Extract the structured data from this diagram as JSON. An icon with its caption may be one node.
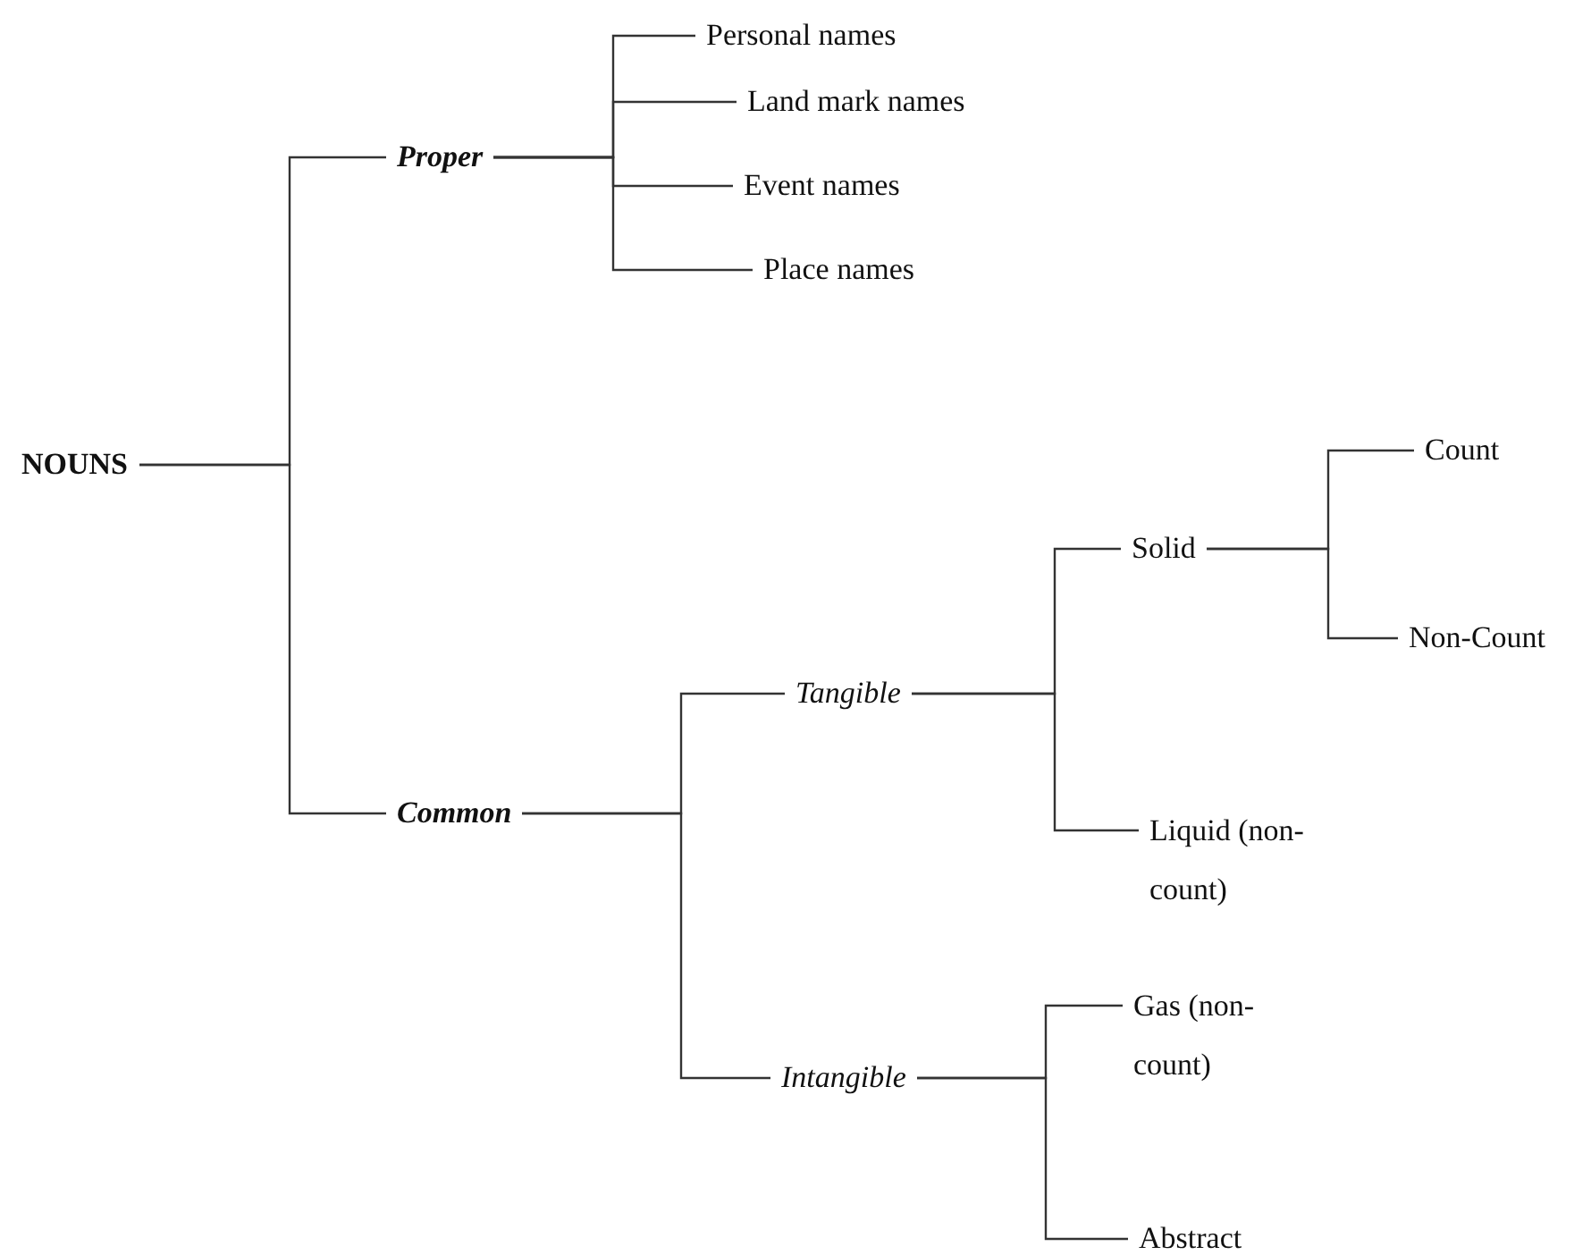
{
  "diagram": {
    "nodes": [
      {
        "text": [
          "NOUNS"
        ]
      },
      {
        "text": [
          "Proper"
        ]
      },
      {
        "text": [
          "Personal names"
        ]
      },
      {
        "text": [
          "Land mark names"
        ]
      },
      {
        "text": [
          "Event names"
        ]
      },
      {
        "text": [
          "Place names"
        ]
      },
      {
        "text": [
          "Common"
        ]
      },
      {
        "text": [
          "Tangible"
        ]
      },
      {
        "text": [
          "Solid"
        ]
      },
      {
        "text": [
          "Count"
        ]
      },
      {
        "text": [
          "Non-Count"
        ]
      },
      {
        "text": [
          "Liquid (non-count)"
        ]
      },
      {
        "text": [
          "Intangible"
        ]
      },
      {
        "text": [
          "Gas (non-count)"
        ]
      },
      {
        "text": [
          "Abstract"
        ]
      }
    ],
    "edges": [
      {
        "from": 0,
        "to": 1,
        "arrow": "none"
      },
      {
        "from": 0,
        "to": 6,
        "arrow": "none"
      },
      {
        "from": 1,
        "to": 2,
        "arrow": "none"
      },
      {
        "from": 1,
        "to": 3,
        "arrow": "none"
      },
      {
        "from": 1,
        "to": 4,
        "arrow": "none"
      },
      {
        "from": 1,
        "to": 5,
        "arrow": "none"
      },
      {
        "from": 6,
        "to": 7,
        "arrow": "none"
      },
      {
        "from": 6,
        "to": 12,
        "arrow": "none"
      },
      {
        "from": 7,
        "to": 8,
        "arrow": "none"
      },
      {
        "from": 7,
        "to": 11,
        "arrow": "none"
      },
      {
        "from": 8,
        "to": 9,
        "arrow": "none"
      },
      {
        "from": 8,
        "to": 10,
        "arrow": "none"
      },
      {
        "from": 12,
        "to": 13,
        "arrow": "none"
      },
      {
        "from": 12,
        "to": 14,
        "arrow": "none"
      }
    ]
  }
}
